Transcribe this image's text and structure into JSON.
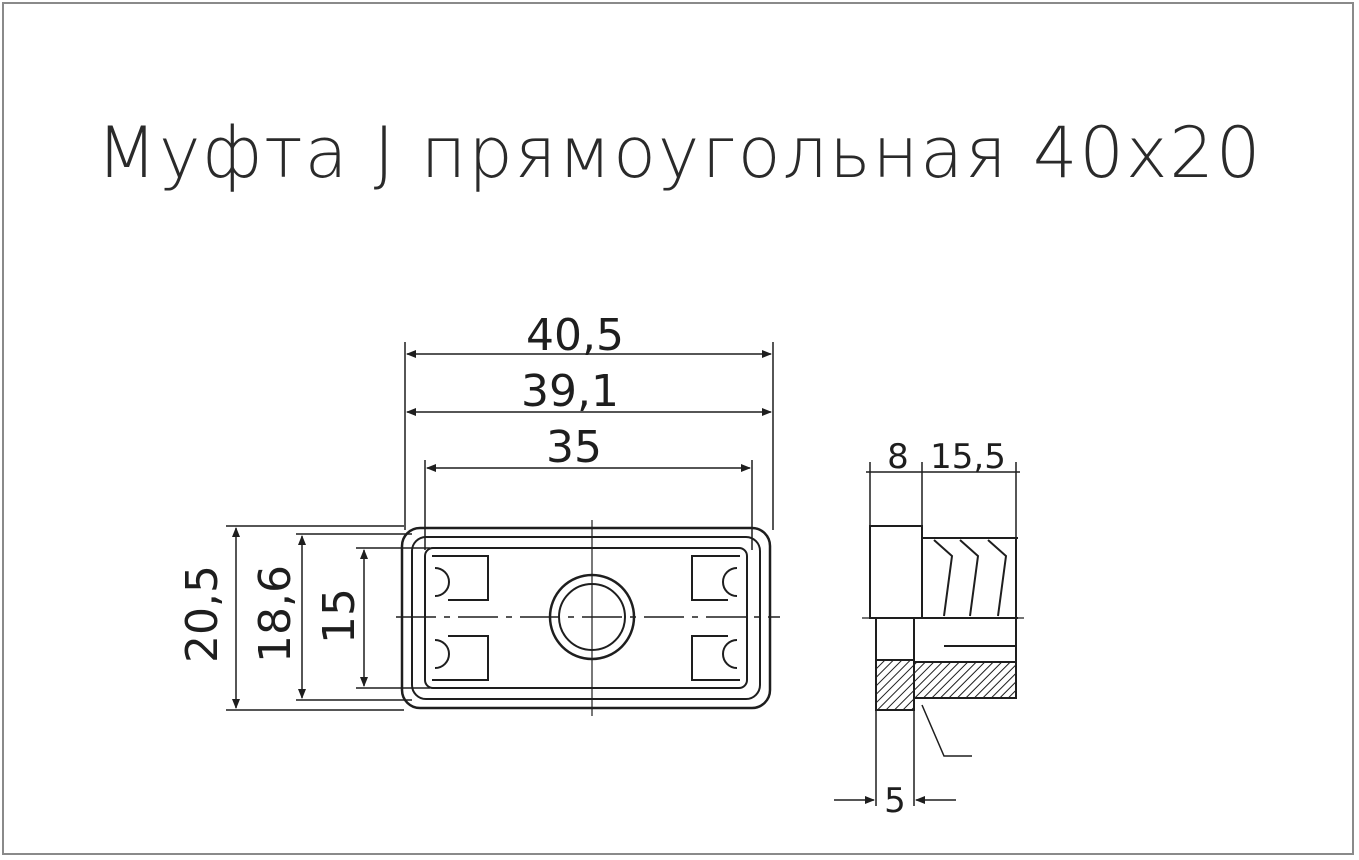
{
  "title": "Муфта J прямоугольная 40х20",
  "dimensions": {
    "width_outer": "40,5",
    "width_mid": "39,1",
    "width_inner": "35",
    "height_outer": "20,5",
    "height_mid": "18,6",
    "height_inner": "15",
    "side_head": "8",
    "side_body": "15,5",
    "side_wall": "5"
  },
  "colors": {
    "line": "#1e1e1e",
    "frame": "#8a8a8a",
    "text": "#2a2a2a"
  }
}
